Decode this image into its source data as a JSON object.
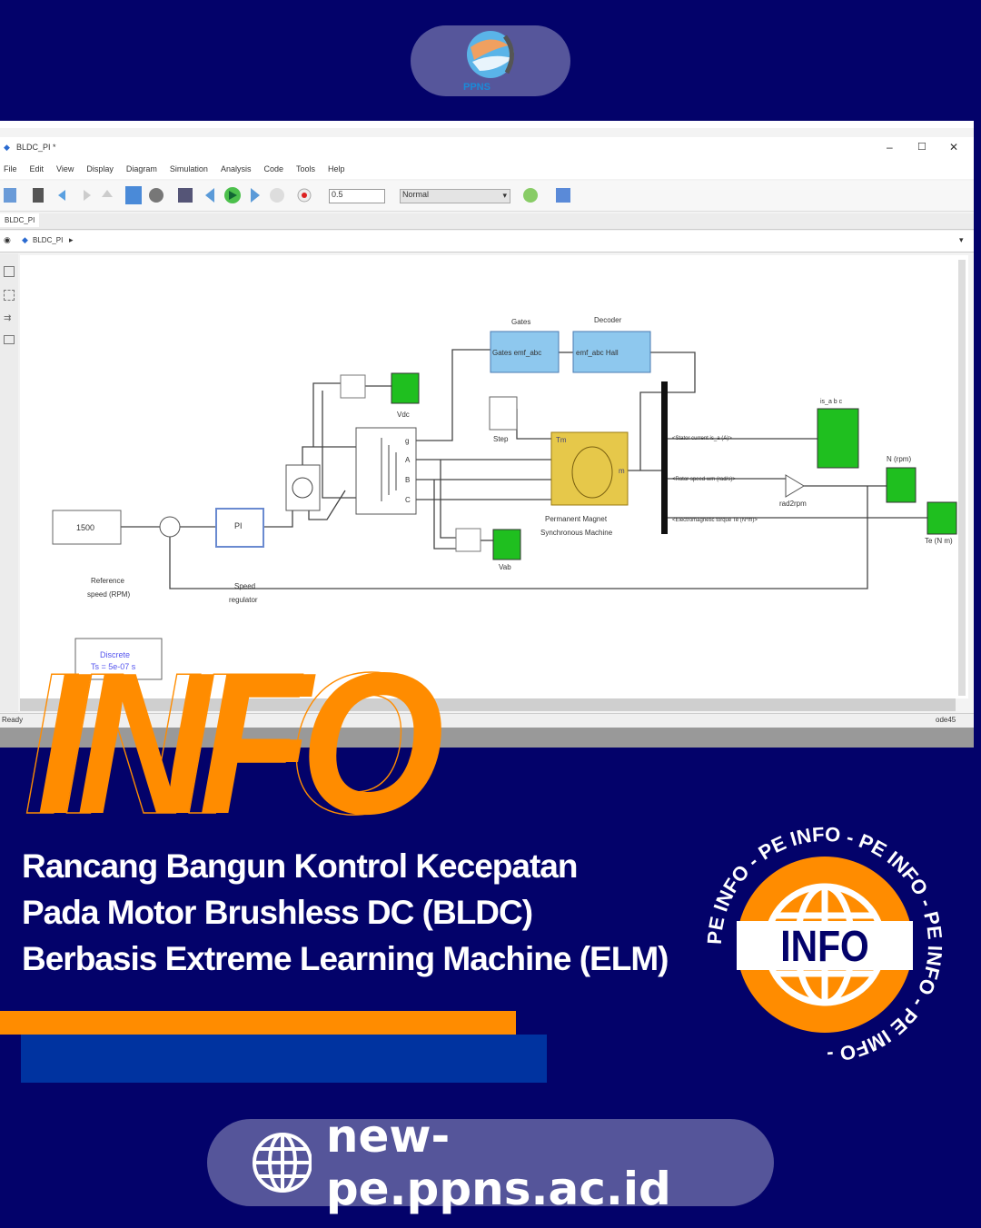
{
  "logo": {
    "text": "PPNS"
  },
  "window": {
    "title": "BLDC_PI *",
    "controls": [
      "–",
      "☐",
      "✕"
    ],
    "menu": [
      "File",
      "Edit",
      "View",
      "Display",
      "Diagram",
      "Simulation",
      "Analysis",
      "Code",
      "Tools",
      "Help"
    ],
    "stop_time": "0.5",
    "sim_mode": "Normal",
    "tab": "BLDC_PI",
    "breadcrumb": "BLDC_PI",
    "status_left": "Ready",
    "status_right": "ode45"
  },
  "diagram": {
    "constant": "1500",
    "pi": "PI",
    "ref_label_1": "Reference",
    "ref_label_2": "speed (RPM)",
    "speed_label_1": "Speed",
    "speed_label_2": "regulator",
    "vdc": "Vdc",
    "vab": "Vab",
    "gates_title": "Gates",
    "gates_ports": "Gates   emf_abc",
    "decoder_title": "Decoder",
    "decoder_ports": "emf_abc        Hall",
    "step": "Step",
    "pmsm_1": "Permanent Magnet",
    "pmsm_2": "Synchronous Machine",
    "sig_current": "<Stator current is_a (A)>",
    "sig_speed": "<Rotor speed wm (rad/s)>",
    "sig_torque": "<Electromagnetic torque Te (N*m)>",
    "gain": "rad2rpm",
    "scope_i": "is_a b c",
    "scope_n": "N (rpm)",
    "scope_te": "Te (N m)",
    "discrete_1": "Discrete",
    "discrete_2": "Ts = 5e-07 s",
    "port_g": "g",
    "port_a": "A",
    "port_b": "B",
    "port_c": "C",
    "port_tm": "Tm",
    "port_m": "m"
  },
  "big_word": "INFO",
  "headline": [
    "Rancang Bangun Kontrol Kecepatan",
    "Pada Motor Brushless DC (BLDC)",
    "Berbasis Extreme Learning Machine (ELM)"
  ],
  "badge": {
    "center": "INFO",
    "ring": "PE INFO - PE INFO - PE INFO - PE INFO - PE IMFO - "
  },
  "website": "new-pe.ppns.ac.id",
  "colors": {
    "navy": "#03026a",
    "orange": "#ff8c00",
    "blue": "#0033a0",
    "pill": "#56569b"
  }
}
